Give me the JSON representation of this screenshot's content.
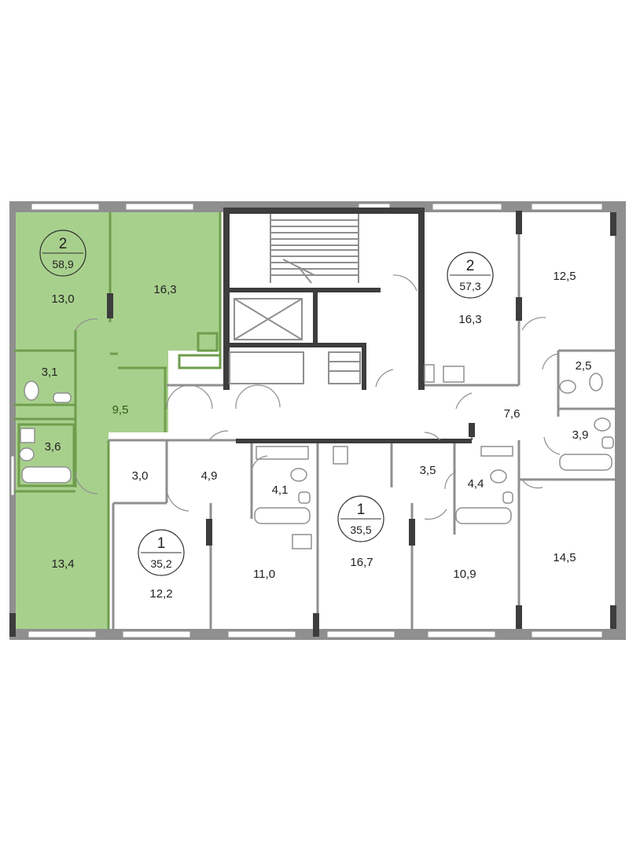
{
  "apartments": [
    {
      "rooms": "2",
      "area": "58,9",
      "selected": true
    },
    {
      "rooms": "2",
      "area": "57,3",
      "selected": false
    },
    {
      "rooms": "1",
      "area": "35,2",
      "selected": false
    },
    {
      "rooms": "1",
      "area": "35,5",
      "selected": false
    }
  ],
  "room_areas": [
    "13,0",
    "16,3",
    "3,1",
    "9,5",
    "3,6",
    "13,4",
    "16,3",
    "12,5",
    "2,5",
    "7,6",
    "3,9",
    "14,5",
    "3,0",
    "4,9",
    "4,1",
    "12,2",
    "11,0",
    "3,5",
    "4,4",
    "16,7",
    "10,9"
  ],
  "colors": {
    "selected_fill": "#a8d08d",
    "selected_wall": "#6e9e4c",
    "wall": "#8f8f8f",
    "wall_dark": "#3d3d3d"
  }
}
